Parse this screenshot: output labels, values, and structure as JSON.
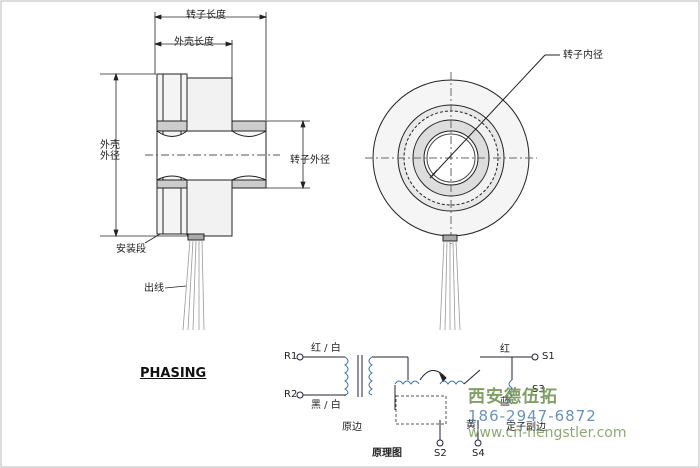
{
  "dimensions": {
    "rotor_length": "转子长度",
    "housing_length": "外壳长度",
    "housing_od": "外壳\n外径",
    "rotor_od": "转子外径",
    "rotor_id": "转子内径",
    "mount": "安装段",
    "leads": "出线"
  },
  "phasing": {
    "title": "PHASING",
    "r1": "R1",
    "r2": "R2",
    "s1": "S1",
    "s2": "S2",
    "s3": "S3",
    "s4": "S4",
    "red_white": "红 / 白",
    "black_white": "黑 / 白",
    "red": "红",
    "primary": "原边",
    "secondary": "定子副边",
    "yellow": "黄",
    "blue": "蓝",
    "schematic": "原理图"
  },
  "watermark": {
    "company": "西安德伍拓",
    "phone": "186-2947-6872",
    "url": "www.cn-hengstler.com"
  }
}
